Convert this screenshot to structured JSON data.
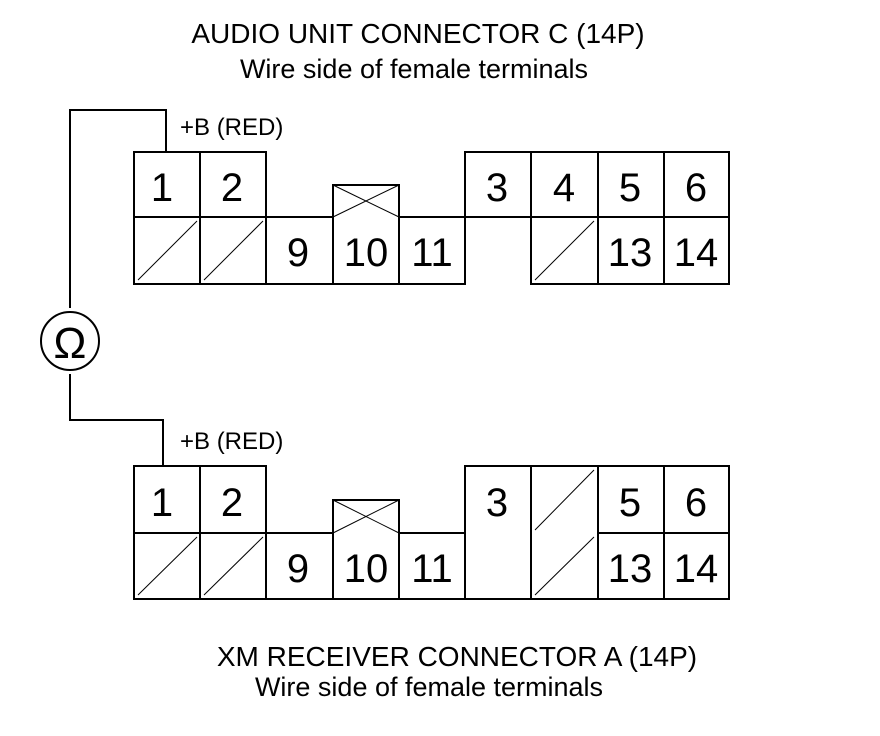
{
  "top_connector": {
    "title": "AUDIO UNIT CONNECTOR C (14P)",
    "subtitle": "Wire side of female terminals",
    "probe_label": "+B (RED)",
    "pins": {
      "p1": "1",
      "p2": "2",
      "p3": "3",
      "p4": "4",
      "p5": "5",
      "p6": "6",
      "p9": "9",
      "p10": "10",
      "p11": "11",
      "p13": "13",
      "p14": "14"
    }
  },
  "bottom_connector": {
    "title": "XM RECEIVER CONNECTOR A (14P)",
    "subtitle": "Wire side of female terminals",
    "probe_label": "+B (RED)",
    "pins": {
      "p1": "1",
      "p2": "2",
      "p3": "3",
      "p5": "5",
      "p6": "6",
      "p9": "9",
      "p10": "10",
      "p11": "11",
      "p13": "13",
      "p14": "14"
    }
  },
  "meter": {
    "symbol": "Ω",
    "icon": "ohmmeter-icon"
  }
}
